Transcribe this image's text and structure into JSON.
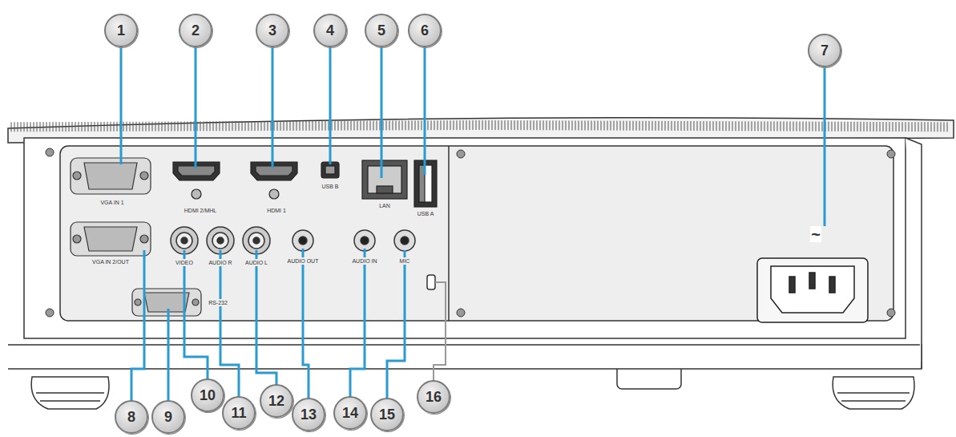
{
  "diagram": {
    "nodes": [
      {
        "text": [
          "1"
        ]
      },
      {
        "text": [
          "2"
        ]
      },
      {
        "text": [
          "3"
        ]
      },
      {
        "text": [
          "4"
        ]
      },
      {
        "text": [
          "5"
        ]
      },
      {
        "text": [
          "6"
        ]
      },
      {
        "text": [
          "7"
        ]
      },
      {
        "text": [
          "8"
        ]
      },
      {
        "text": [
          "9"
        ]
      },
      {
        "text": [
          "10"
        ]
      },
      {
        "text": [
          "11"
        ]
      },
      {
        "text": [
          "12"
        ]
      },
      {
        "text": [
          "13"
        ]
      },
      {
        "text": [
          "14"
        ]
      },
      {
        "text": [
          "15"
        ]
      },
      {
        "text": [
          "16"
        ]
      }
    ],
    "labels": [
      "VGA IN 1",
      "HDMI 2/MHL",
      "HDMI 1",
      "USB B",
      "LAN",
      "USB A",
      "VGA IN 2/OUT",
      "VIDEO",
      "AUDIO R",
      "AUDIO L",
      "AUDIO OUT",
      "AUDIO IN",
      "MIC",
      "RS-232",
      "~"
    ]
  }
}
